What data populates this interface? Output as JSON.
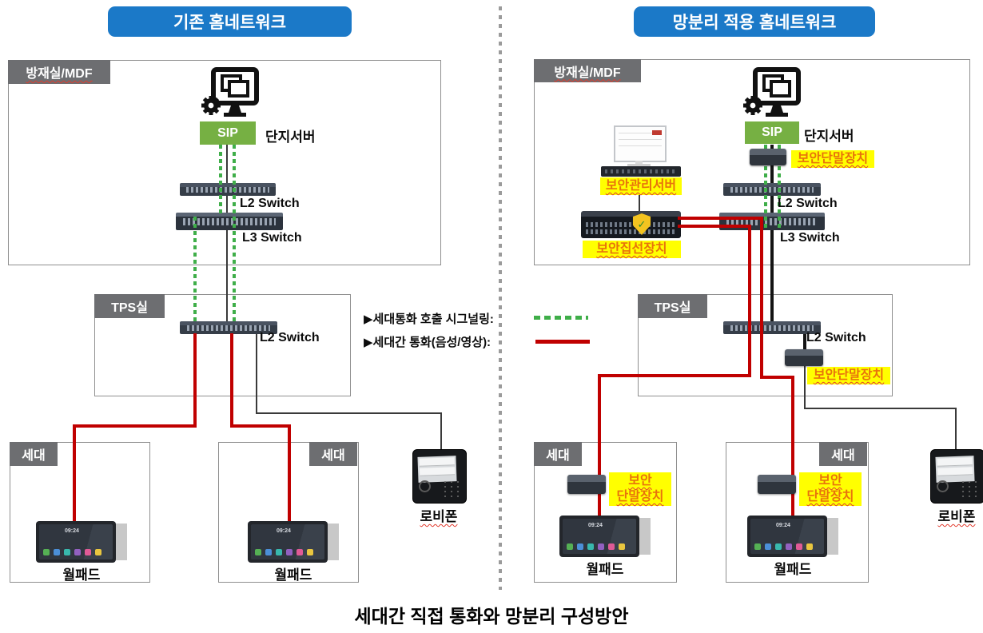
{
  "titles": {
    "left": "기존 홈네트워크",
    "right": "망분리 적용 홈네트워크"
  },
  "rooms": {
    "mdf": "방재실/MDF",
    "tps": "TPS실",
    "household": "세대"
  },
  "devices": {
    "sip": "SIP",
    "complex_server": "단지서버",
    "l2_switch": "L2 Switch",
    "l3_switch": "L3 Switch",
    "wallpad": "월패드",
    "wallpad_time": "09:24",
    "lobby_phone": "로비폰",
    "security_terminal": "보안단말장치",
    "security_terminal_line1": "보안",
    "security_terminal_line2": "단말장치",
    "security_mgmt_server": "보안관리서버",
    "security_aggregation": "보안집선장치"
  },
  "icons": {
    "shield_check": "✓"
  },
  "legend": {
    "signaling_label": "▶세대통화 호출 시그널링:",
    "call_label": "▶세대간 통화(음성/영상):"
  },
  "caption": "세대간 직접 통화와 망분리 구성방안",
  "colors": {
    "title_bg": "#1B79C8",
    "room_tab_bg": "#6D6E71",
    "sip_bg": "#76B043",
    "signal_green": "#3FAE49",
    "call_red": "#C00000",
    "highlight_bg": "#FFFF00",
    "highlight_text": "#E8720C"
  }
}
